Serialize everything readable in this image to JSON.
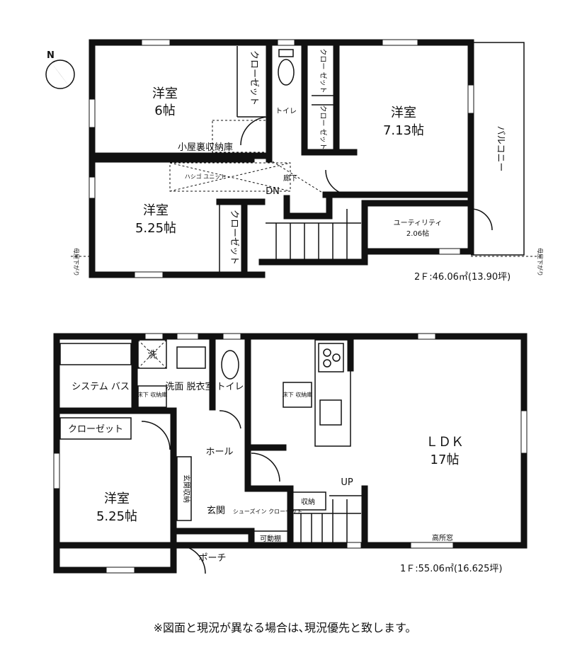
{
  "compass": {
    "label": "N"
  },
  "floor2": {
    "area": "2Ｆ:46.06㎡(13.90坪)",
    "rooms": {
      "room6_name": "洋室",
      "room6_size": "6帖",
      "room713_name": "洋室",
      "room713_size": "7.13帖",
      "room525_name": "洋室",
      "room525_size": "5.25帖",
      "closet": "クローゼット",
      "closet_a": "クロー ゼット",
      "toilet": "トイレ",
      "attic": "小屋裏収納庫",
      "ladder": "ハシゴ ユニット",
      "hallway": "廊下",
      "down": "DN",
      "utility": "ユーティリティ",
      "utility_size": "2.06帖",
      "balcony": "バルコニー",
      "roof_left": "母屋下がり",
      "roof_right": "母屋下がり"
    }
  },
  "floor1": {
    "area": "1Ｆ:55.06㎡(16.625坪)",
    "rooms": {
      "bath": "システム バス",
      "washer": "洗",
      "underfloor": "床下 収納庫",
      "washroom": "洗面 脱衣室",
      "toilet": "トイレ",
      "ldk": "ＬＤＫ",
      "ldk_size": "17帖",
      "closet": "クローゼット",
      "hall": "ホール",
      "entrance_storage": "玄関収納",
      "bedroom_name": "洋室",
      "bedroom_size": "5.25帖",
      "entrance": "玄関",
      "shoes_in": "シューズイン クローゼット",
      "storage": "収納",
      "shelf": "可動棚",
      "up": "UP",
      "porch": "ポーチ",
      "high_window": "高所窓"
    }
  },
  "note": "※図面と現況が異なる場合は､現況優先と致します。"
}
